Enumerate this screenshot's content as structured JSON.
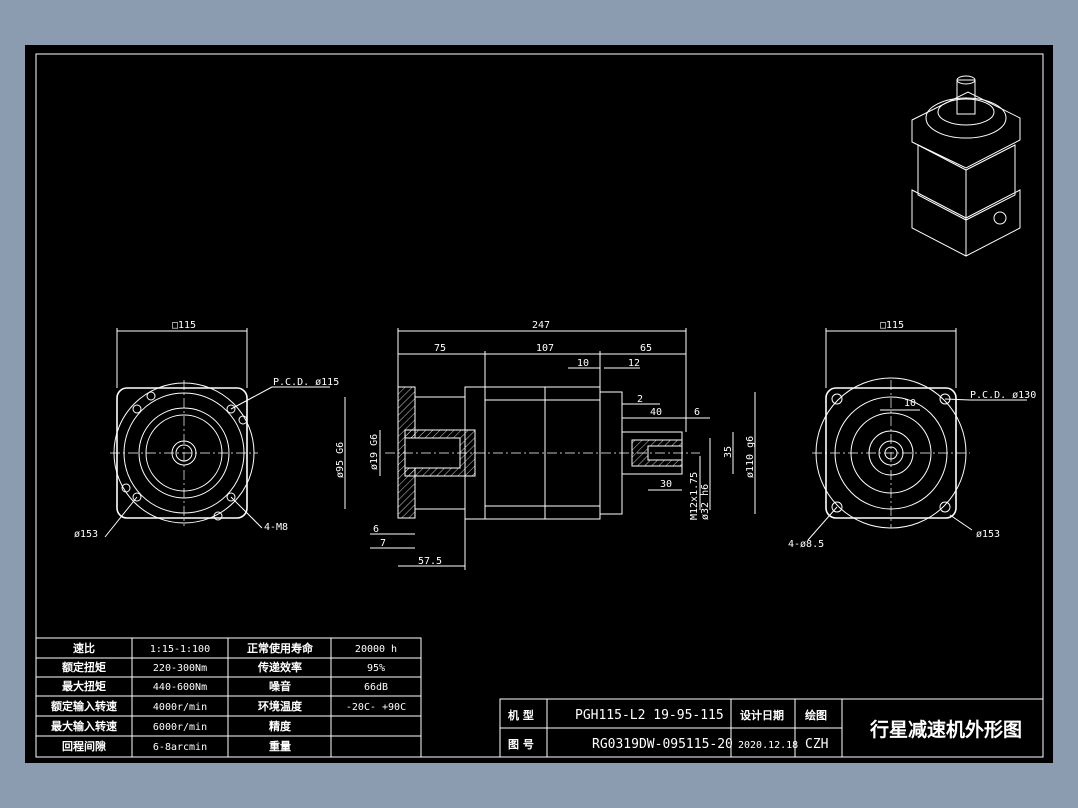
{
  "left_view": {
    "square": "□115",
    "pcd": "P.C.D. ø115",
    "diameter": "ø153",
    "holes": "4-M8"
  },
  "side_view": {
    "overall": "247",
    "d75": "75",
    "d107": "107",
    "d65": "65",
    "d10": "10",
    "d12": "12",
    "d2": "2",
    "d40": "40",
    "d6r": "6",
    "d30": "30",
    "d35": "35",
    "phi95": "ø95 G6",
    "phi19": "ø19 G6",
    "d6": "6",
    "d7": "7",
    "d575": "57.5",
    "thread": "M12x1.75",
    "phi32": "ø32 h6",
    "phi110": "ø110 g6"
  },
  "right_view": {
    "square": "□115",
    "pcd": "P.C.D. ø130",
    "key": "10",
    "holes": "4-ø8.5",
    "diameter": "ø153"
  },
  "spec_table": {
    "rows": [
      {
        "l1": "速比",
        "v1": "1:15-1:100",
        "l2": "正常使用寿命",
        "v2": "20000 h"
      },
      {
        "l1": "额定扭矩",
        "v1": "220-300Nm",
        "l2": "传递效率",
        "v2": "95%"
      },
      {
        "l1": "最大扭矩",
        "v1": "440-600Nm",
        "l2": "噪音",
        "v2": "66dB"
      },
      {
        "l1": "额定输入转速",
        "v1": "4000r/min",
        "l2": "环境温度",
        "v2": "-20C- +90C"
      },
      {
        "l1": "最大输入转速",
        "v1": "6000r/min",
        "l2": "精度",
        "v2": ""
      },
      {
        "l1": "回程间隙",
        "v1": "6-8arcmin",
        "l2": "重量",
        "v2": ""
      }
    ]
  },
  "title_block": {
    "model_label": "机 型",
    "model_value": "PGH115-L2 19-95-115",
    "drawing_no_label": "图 号",
    "drawing_no_value": "RG0319DW-095115-20",
    "design_date_label": "设计日期",
    "design_date_value": "2020.12.18",
    "drawn_label": "绘图",
    "drawn_value": "CZH",
    "title": "行星减速机外形图"
  }
}
